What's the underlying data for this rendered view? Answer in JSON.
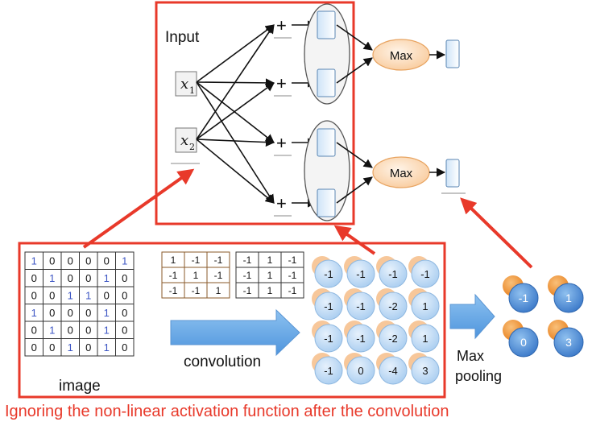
{
  "input_label": "Input",
  "inputs": [
    "x",
    "x"
  ],
  "input_subscripts": [
    "1",
    "2"
  ],
  "plus_sign": "+",
  "max_label": "Max",
  "image_label": "image",
  "conv_label": "convolution",
  "pool_label_1": "Max",
  "pool_label_2": "pooling",
  "caption": "Ignoring the non-linear activation function after the convolution",
  "image": [
    [
      "1",
      "0",
      "0",
      "0",
      "0",
      "1"
    ],
    [
      "0",
      "1",
      "0",
      "0",
      "1",
      "0"
    ],
    [
      "0",
      "0",
      "1",
      "1",
      "0",
      "0"
    ],
    [
      "1",
      "0",
      "0",
      "0",
      "1",
      "0"
    ],
    [
      "0",
      "1",
      "0",
      "0",
      "1",
      "0"
    ],
    [
      "0",
      "0",
      "1",
      "0",
      "1",
      "0"
    ]
  ],
  "filter1": [
    [
      "1",
      "-1",
      "-1"
    ],
    [
      "-1",
      "1",
      "-1"
    ],
    [
      "-1",
      "-1",
      "1"
    ]
  ],
  "filter2": [
    [
      "-1",
      "1",
      "-1"
    ],
    [
      "-1",
      "1",
      "-1"
    ],
    [
      "-1",
      "1",
      "-1"
    ]
  ],
  "feature_map": [
    [
      "-1",
      "-1",
      "-1",
      "-1"
    ],
    [
      "-1",
      "-1",
      "-2",
      "1"
    ],
    [
      "-1",
      "-1",
      "-2",
      "1"
    ],
    [
      "-1",
      "0",
      "-4",
      "3"
    ]
  ],
  "pooled": [
    "-1",
    "1",
    "0",
    "3"
  ],
  "colors": {
    "red": "#e8392a",
    "blue_node": "#4f8fd6",
    "light_node": "#bcd7f2",
    "orange": "#f29a3a",
    "max_fill": "#fde3c8",
    "arrow_blue": "#6aaae6",
    "one_blue": "#3d56c4"
  }
}
